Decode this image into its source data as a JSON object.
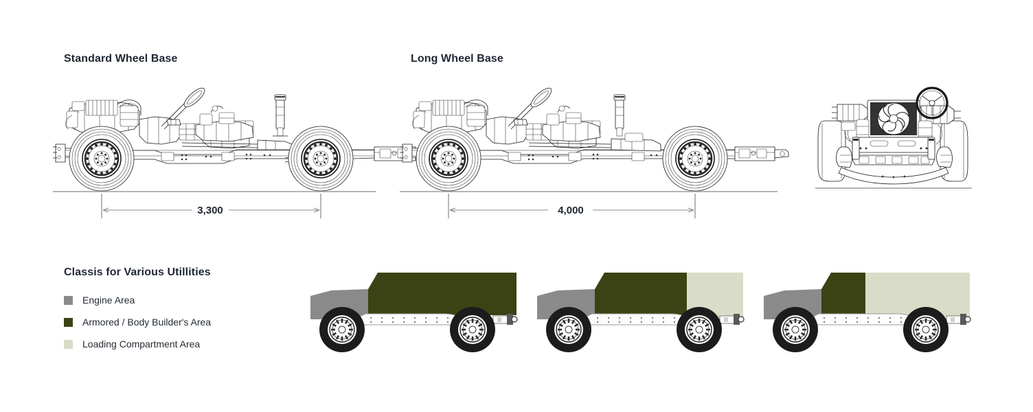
{
  "page": {
    "background": "#ffffff",
    "heading_color": "#1f2733"
  },
  "sections": {
    "standard_wheel_base": {
      "title": "Standard Wheel Base",
      "dimension_label": "3,300",
      "view": "side-view-chassis"
    },
    "long_wheel_base": {
      "title": "Long Wheel Base",
      "dimension_label": "4,000",
      "view": "side-view-chassis"
    },
    "front_view": {
      "view": "front-view-chassis"
    },
    "utilities": {
      "title": "Classis for Various Utillities",
      "legend": [
        {
          "label": "Engine Area",
          "color": "#8a8a8a"
        },
        {
          "label": "Armored / Body Builder's Area",
          "color": "#3b4314"
        },
        {
          "label": "Loading Compartment Area",
          "color": "#d9ddc8"
        }
      ],
      "variants": [
        {
          "name": "full-armored-body",
          "engine_color": "#8a8a8a",
          "armored_color": "#3b4314",
          "loading_color": "#d9ddc8",
          "armored_fraction": 1.0,
          "loading_fraction": 0.0
        },
        {
          "name": "armored-cab-with-load-bed",
          "engine_color": "#8a8a8a",
          "armored_color": "#3b4314",
          "loading_color": "#d9ddc8",
          "armored_fraction": 0.62,
          "loading_fraction": 0.38
        },
        {
          "name": "short-armored-cab-long-load-bed",
          "engine_color": "#8a8a8a",
          "armored_color": "#3b4314",
          "loading_color": "#d9ddc8",
          "armored_fraction": 0.34,
          "loading_fraction": 0.66
        }
      ]
    }
  },
  "colors": {
    "line": "#1a1a1a",
    "ground": "#9b9b9b",
    "dimension": "#8d8d8d",
    "tire": "#1c1c1c",
    "chassis_rail": "#ffffff",
    "text": "#232b33"
  }
}
